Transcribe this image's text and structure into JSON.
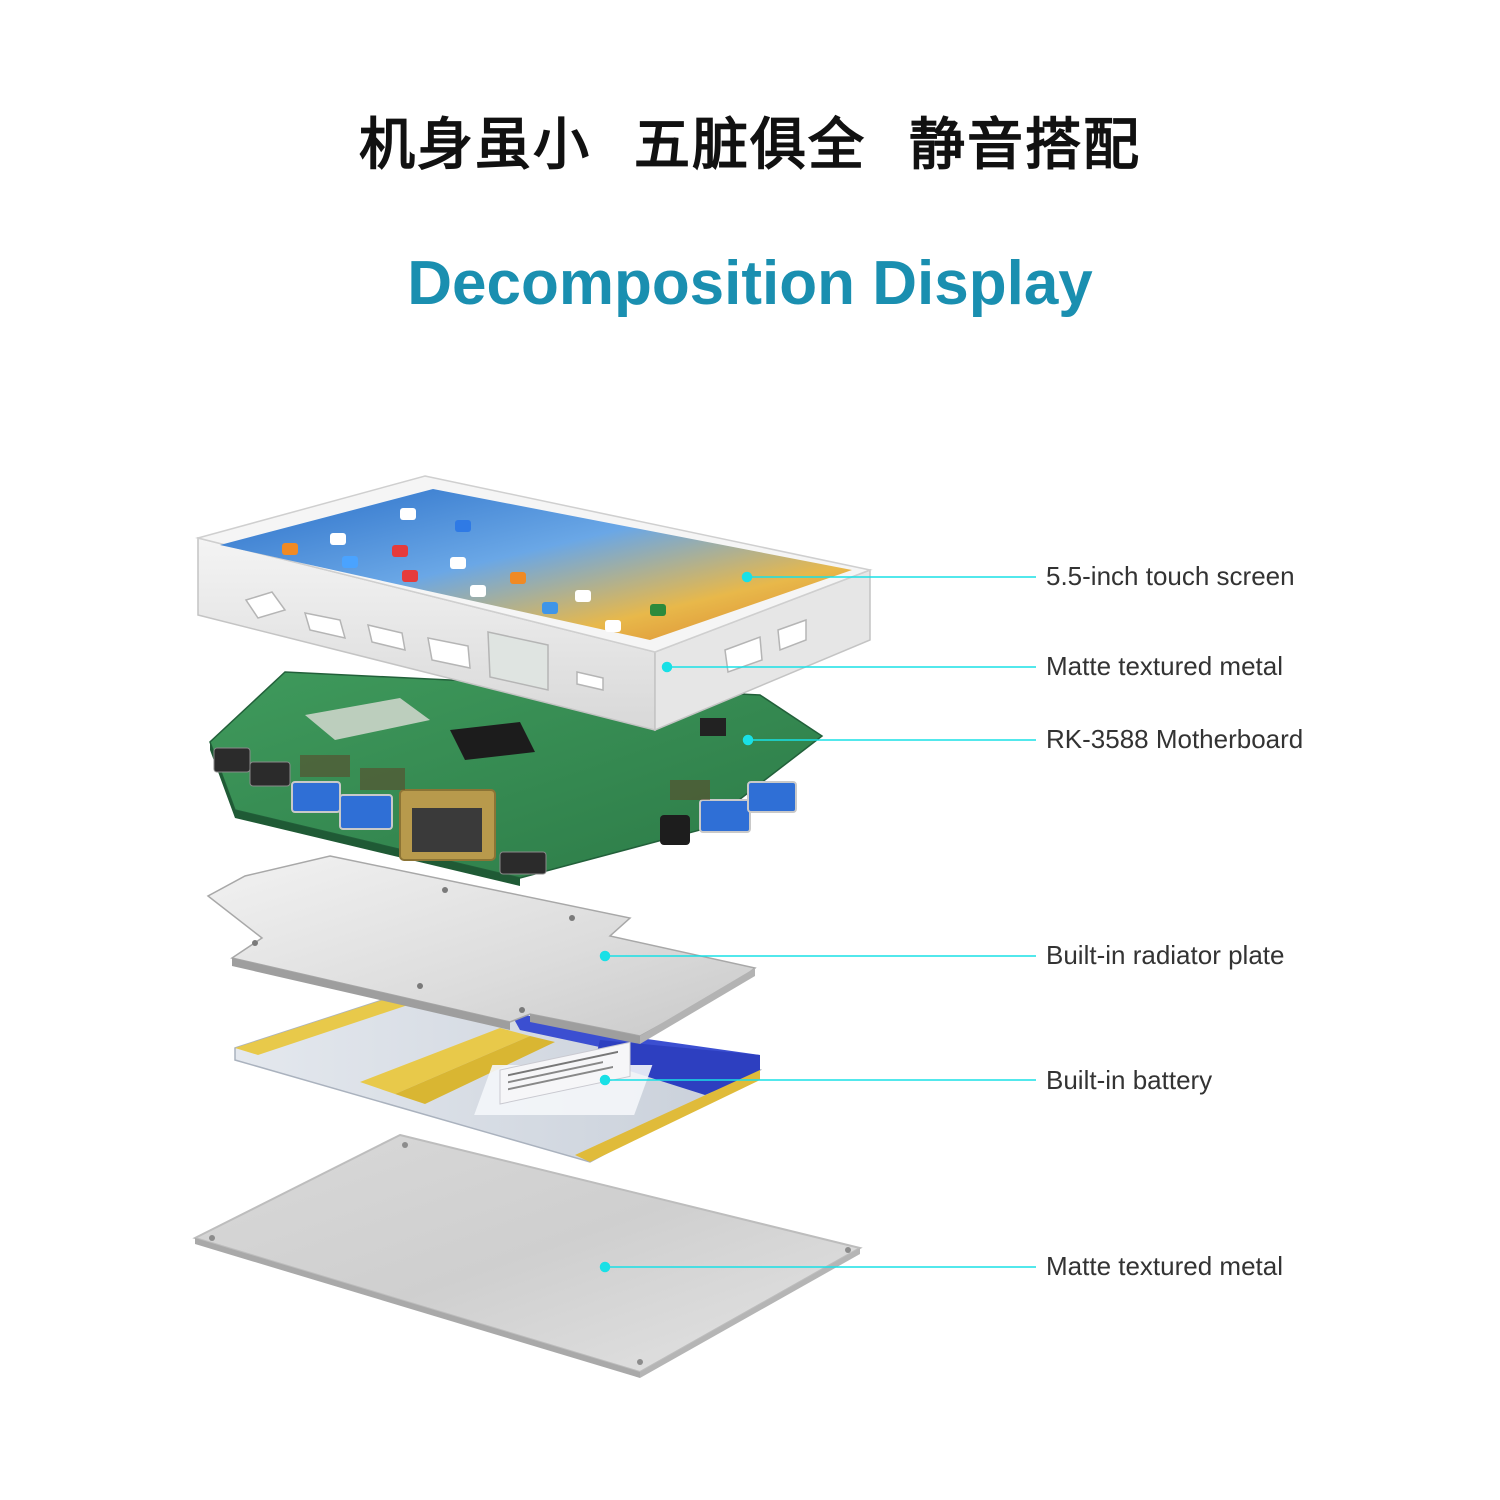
{
  "heading": {
    "chinese": "机身虽小  五脏俱全  静音搭配",
    "english": "Decomposition Display"
  },
  "accent_color": "#19e0e6",
  "title_color": "#1a8fb0",
  "components": [
    {
      "label": "5.5-inch touch screen",
      "part": "touch-screen"
    },
    {
      "label": "Matte textured metal",
      "part": "top-shell"
    },
    {
      "label": "RK-3588 Motherboard",
      "part": "motherboard"
    },
    {
      "label": "Built-in radiator plate",
      "part": "radiator-plate"
    },
    {
      "label": "Built-in battery",
      "part": "battery"
    },
    {
      "label": "Matte textured metal",
      "part": "bottom-plate"
    }
  ]
}
